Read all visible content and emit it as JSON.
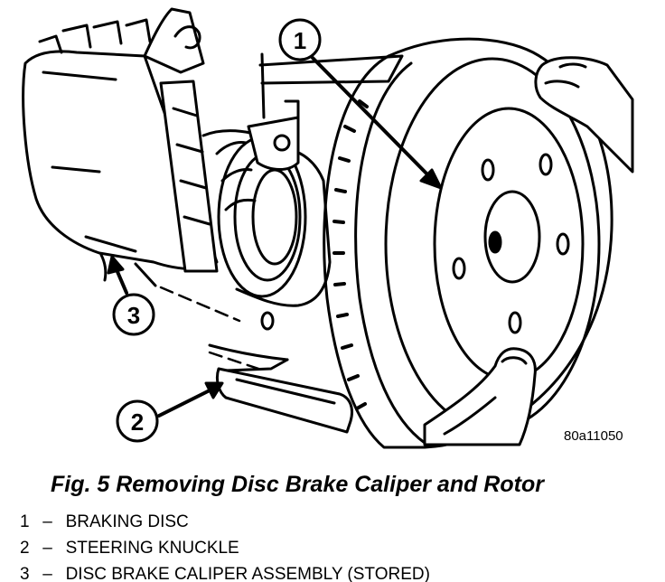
{
  "figure": {
    "caption": "Fig. 5 Removing Disc Brake Caliper and Rotor",
    "reference_code": "80a11050"
  },
  "callouts": [
    {
      "number": "1"
    },
    {
      "number": "2"
    },
    {
      "number": "3"
    }
  ],
  "legend": [
    {
      "number": "1",
      "separator": "–",
      "label": "BRAKING DISC"
    },
    {
      "number": "2",
      "separator": "–",
      "label": "STEERING KNUCKLE"
    },
    {
      "number": "3",
      "separator": "–",
      "label": "DISC BRAKE CALIPER ASSEMBLY (STORED)"
    }
  ]
}
